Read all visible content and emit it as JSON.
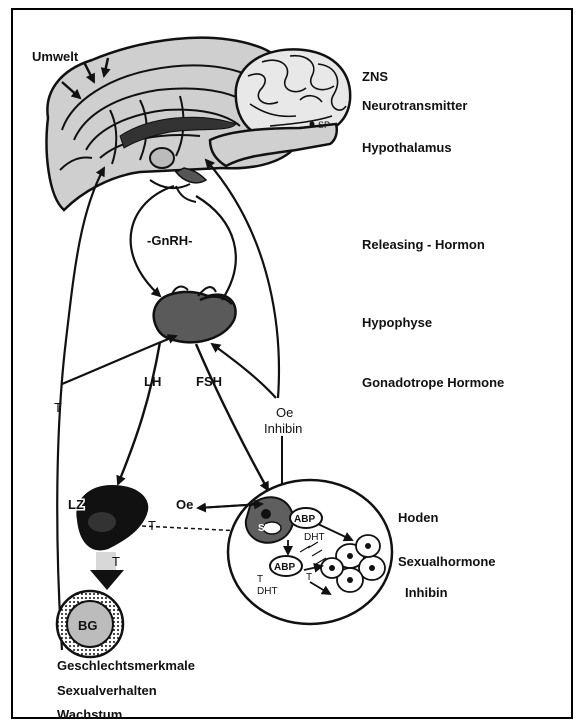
{
  "diagram": {
    "right_labels": {
      "zns": "ZNS",
      "neurotransmitter": "Neurotransmitter",
      "hypothalamus": "Hypothalamus",
      "releasing_hormon": "Releasing - Hormon",
      "hypophyse": "Hypophyse",
      "gonadotrope": "Gonadotrope Hormone",
      "hoden": "Hoden",
      "sexualhormone": "Sexualhormone",
      "inhibin": "Inhibin"
    },
    "umwelt": "Umwelt",
    "sp": "SP",
    "gnrh": "-GnRH-",
    "lh": "LH",
    "fsh": "FSH",
    "oe_inhibin_1": "Oe",
    "oe_inhibin_2": "Inhibin",
    "t_left": "T",
    "lz": "LZ",
    "t_lz_right": "T",
    "t_lz_below": "T",
    "bg": "BG",
    "oe_testis": "Oe",
    "sz": "SZ",
    "abp_1": "ABP",
    "dht_1": "DHT",
    "abp_2": "ABP",
    "t_dht_left_1": "T",
    "t_dht_left_2": "DHT",
    "t_right": "T",
    "bottom_labels": {
      "geschlechtsmerkmale": "Geschlechtsmerkmale",
      "sexualverhalten": "Sexualverhalten",
      "wachstum": "Wachstum"
    }
  },
  "colors": {
    "ink": "#111111",
    "paper": "#ffffff",
    "shade": "#6a6a6a",
    "light": "#d8d8d8"
  }
}
